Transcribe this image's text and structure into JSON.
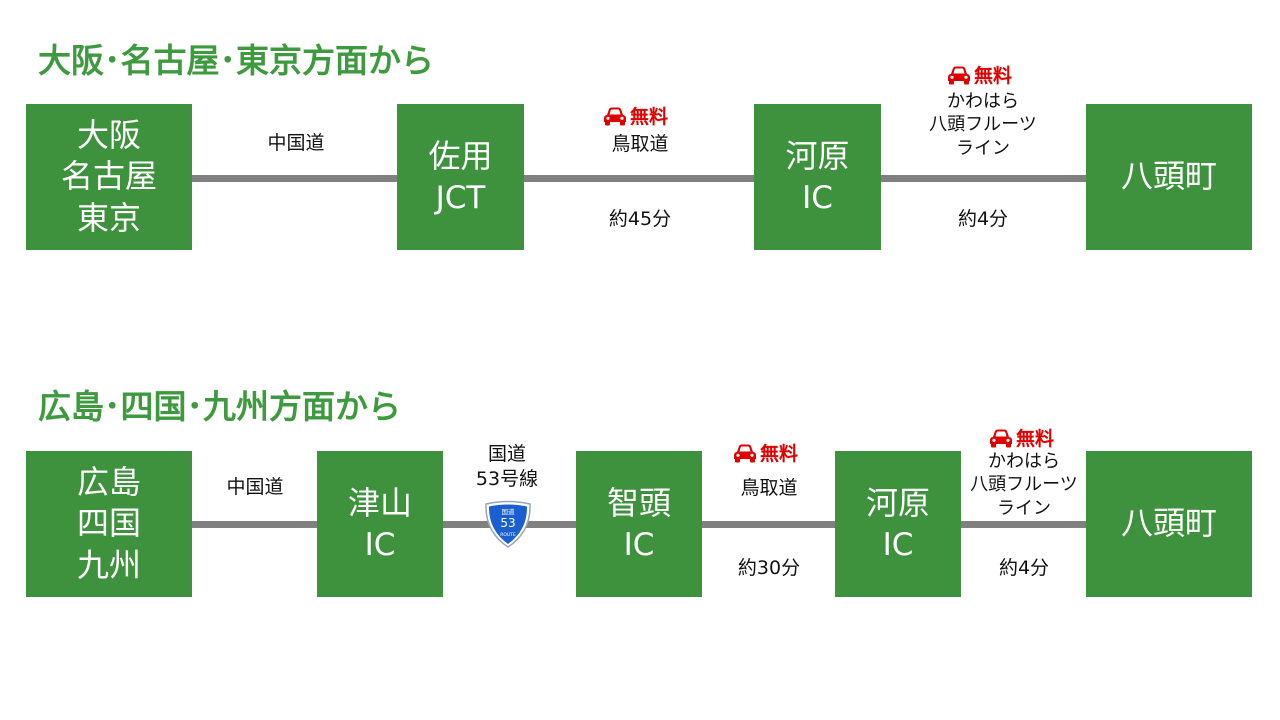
{
  "sections": [
    {
      "title": "大阪･名古屋･東京方面から",
      "origin": [
        "大阪",
        "名古屋",
        "東京"
      ],
      "road_1": "中国道",
      "node_1": [
        "佐用",
        "JCT"
      ],
      "free_badge_1": "無料",
      "road_2": "鳥取道",
      "time_2": "約45分",
      "node_2": [
        "河原",
        "IC"
      ],
      "free_badge_2": "無料",
      "road_3": [
        "かわはら",
        "八頭フルーツ",
        "ライン"
      ],
      "time_3": "約4分",
      "destination": "八頭町"
    },
    {
      "title": "広島･四国･九州方面から",
      "origin": [
        "広島",
        "四国",
        "九州"
      ],
      "road_1": "中国道",
      "node_1": [
        "津山",
        "IC"
      ],
      "road_2": [
        "国道",
        "53号線"
      ],
      "route_shield": {
        "top": "国道",
        "number": "53",
        "bottom": "ROUTE"
      },
      "node_2": [
        "智頭",
        "IC"
      ],
      "free_badge_3": "無料",
      "road_3": "鳥取道",
      "time_3": "約30分",
      "node_3": [
        "河原",
        "IC"
      ],
      "free_badge_4": "無料",
      "road_4": [
        "かわはら",
        "八頭フルーツ",
        "ライン"
      ],
      "time_4": "約4分",
      "destination": "八頭町"
    }
  ],
  "colors": {
    "title": "#3e9a3e",
    "node": "#3e923e",
    "line": "#808080",
    "free": "#e00000",
    "shield": "#1a5fd0"
  },
  "icons": {
    "free": "car-icon",
    "route": "route-shield-icon"
  }
}
